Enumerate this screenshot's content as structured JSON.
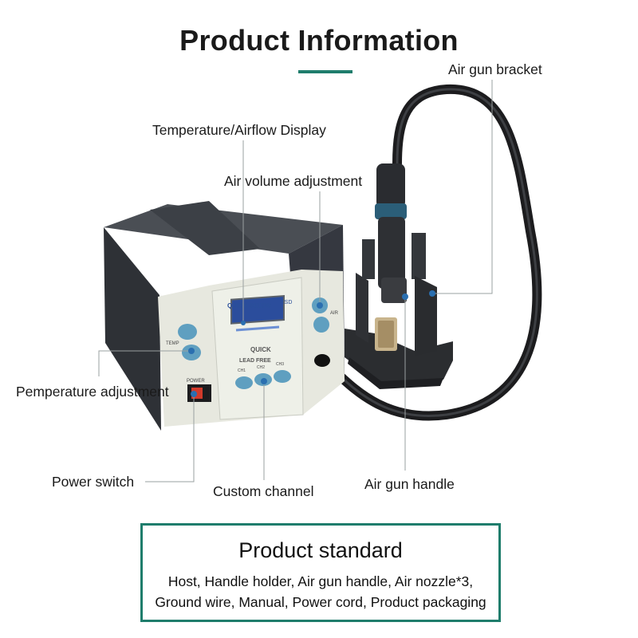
{
  "header": {
    "title": "Product Information"
  },
  "callouts": {
    "air_gun_bracket": "Air gun bracket",
    "display": "Temperature/Airflow Display",
    "air_volume": "Air volume adjustment",
    "temp_adjust": "Pemperature adjustment",
    "power_switch": "Power switch",
    "custom_channel": "Custom channel",
    "air_gun_handle": "Air gun handle"
  },
  "device": {
    "brand_label": "QUICK 861DW",
    "esd_label": "ESD",
    "logo_label": "QUICK",
    "lead_free_label": "LEAD FREE",
    "temp_label": "TEMP",
    "air_label": "AIR",
    "power_label": "POWER",
    "channel_labels": [
      "CH1",
      "CH2",
      "CH3"
    ]
  },
  "standard": {
    "title": "Product standard",
    "line1": "Host, Handle holder, Air gun handle, Air nozzle*3,",
    "line2": "Ground wire, Manual, Power cord, Product packaging"
  },
  "colors": {
    "accent": "#1f7d6c",
    "button": "#5f9fc0",
    "panel": "#e7e8df",
    "casing": "#3a3d42"
  }
}
